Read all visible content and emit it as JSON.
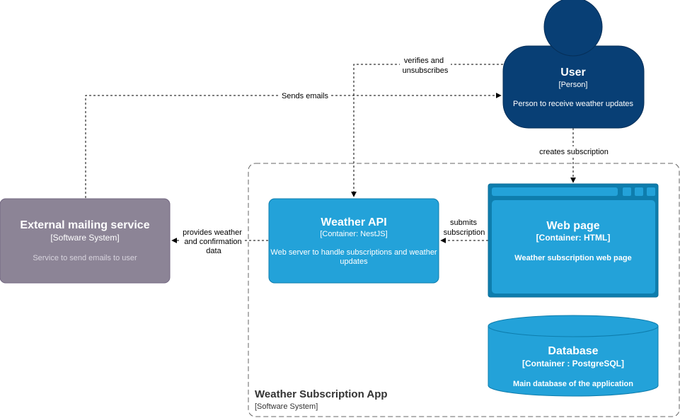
{
  "user": {
    "name": "User",
    "type": "[Person]",
    "description": "Person to receive weather updates"
  },
  "mailing": {
    "name": "External mailing service",
    "type": "[Software System]",
    "description": "Service to send emails to user"
  },
  "api": {
    "name": "Weather API",
    "type": "[Container: NestJS]",
    "description_line1": "Web server to handle subscriptions and weather",
    "description_line2": "updates"
  },
  "webpage": {
    "name": "Web page",
    "type": "[Container: HTML]",
    "description": "Weather subscription web page"
  },
  "database": {
    "name": "Database",
    "type": "[Container : PostgreSQL]",
    "description": "Main database of the application"
  },
  "boundary": {
    "name": "Weather Subscription App",
    "type": "[Software System]"
  },
  "edges": {
    "sends_emails": "Sends emails",
    "verifies_line1": "verifies and",
    "verifies_line2": "unsubscribes",
    "creates_subscription": "creates subscription",
    "submits_line1": "submits",
    "submits_line2": "subscription",
    "provides_line1": "provides weather",
    "provides_line2": "and confirmation",
    "provides_line3": "data"
  },
  "colors": {
    "person": "#083f75",
    "container": "#23a2d9",
    "container_border": "#0e7dad",
    "external": "#8c8496",
    "external_border": "#736782",
    "boundary": "#666666",
    "edge": "#000000"
  }
}
